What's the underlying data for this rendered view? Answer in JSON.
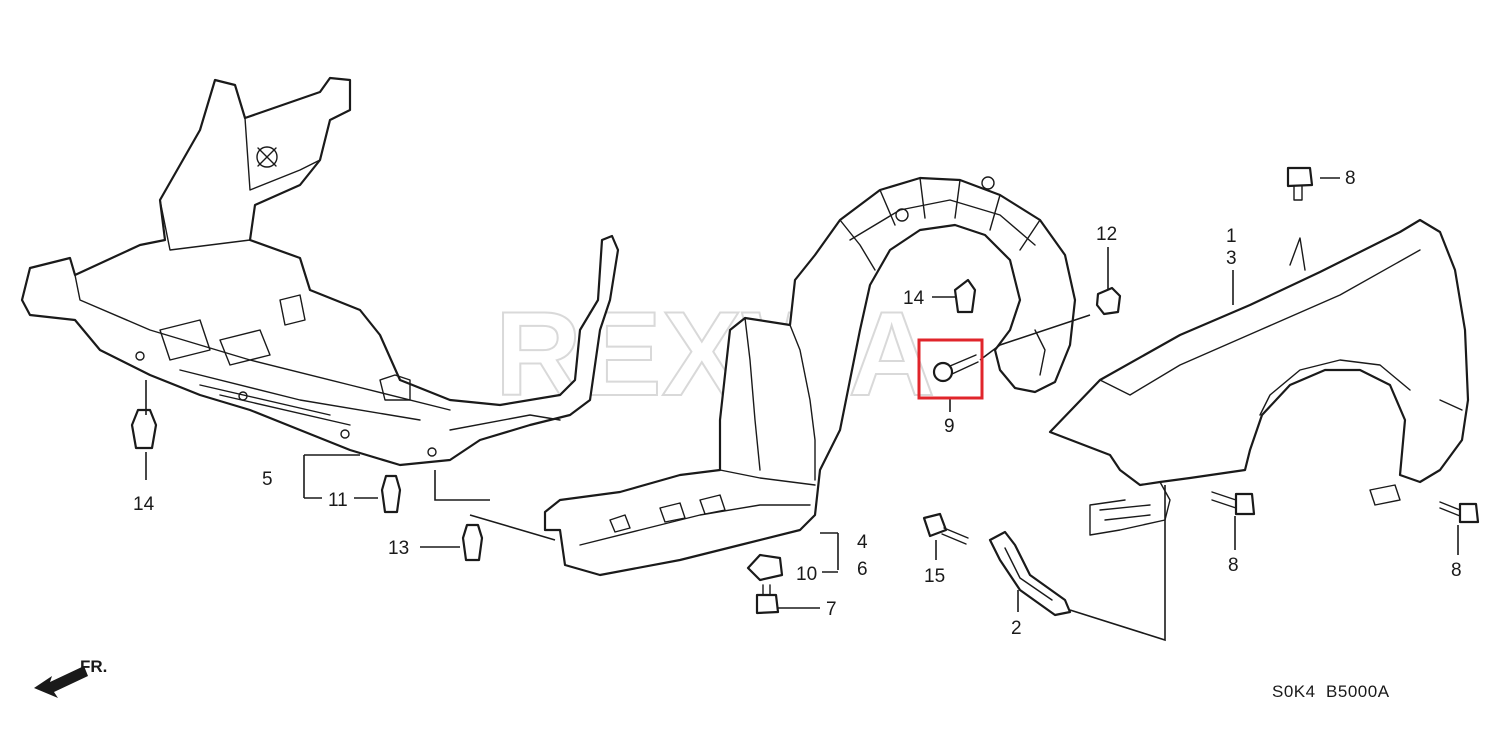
{
  "watermark": "REXWA",
  "callouts": {
    "c1": "1",
    "c3": "3",
    "c12": "12",
    "c8_top": "8",
    "c14_mid": "14",
    "c9": "9",
    "c14_left": "14",
    "c5": "5",
    "c11": "11",
    "c13": "13",
    "c4": "4",
    "c6": "6",
    "c10": "10",
    "c7": "7",
    "c15": "15",
    "c2": "2",
    "c8_mid": "8",
    "c8_right": "8"
  },
  "highlight_color": "#e0252b",
  "direction_label": "FR.",
  "diagram_code": "S0K4  B5000A"
}
